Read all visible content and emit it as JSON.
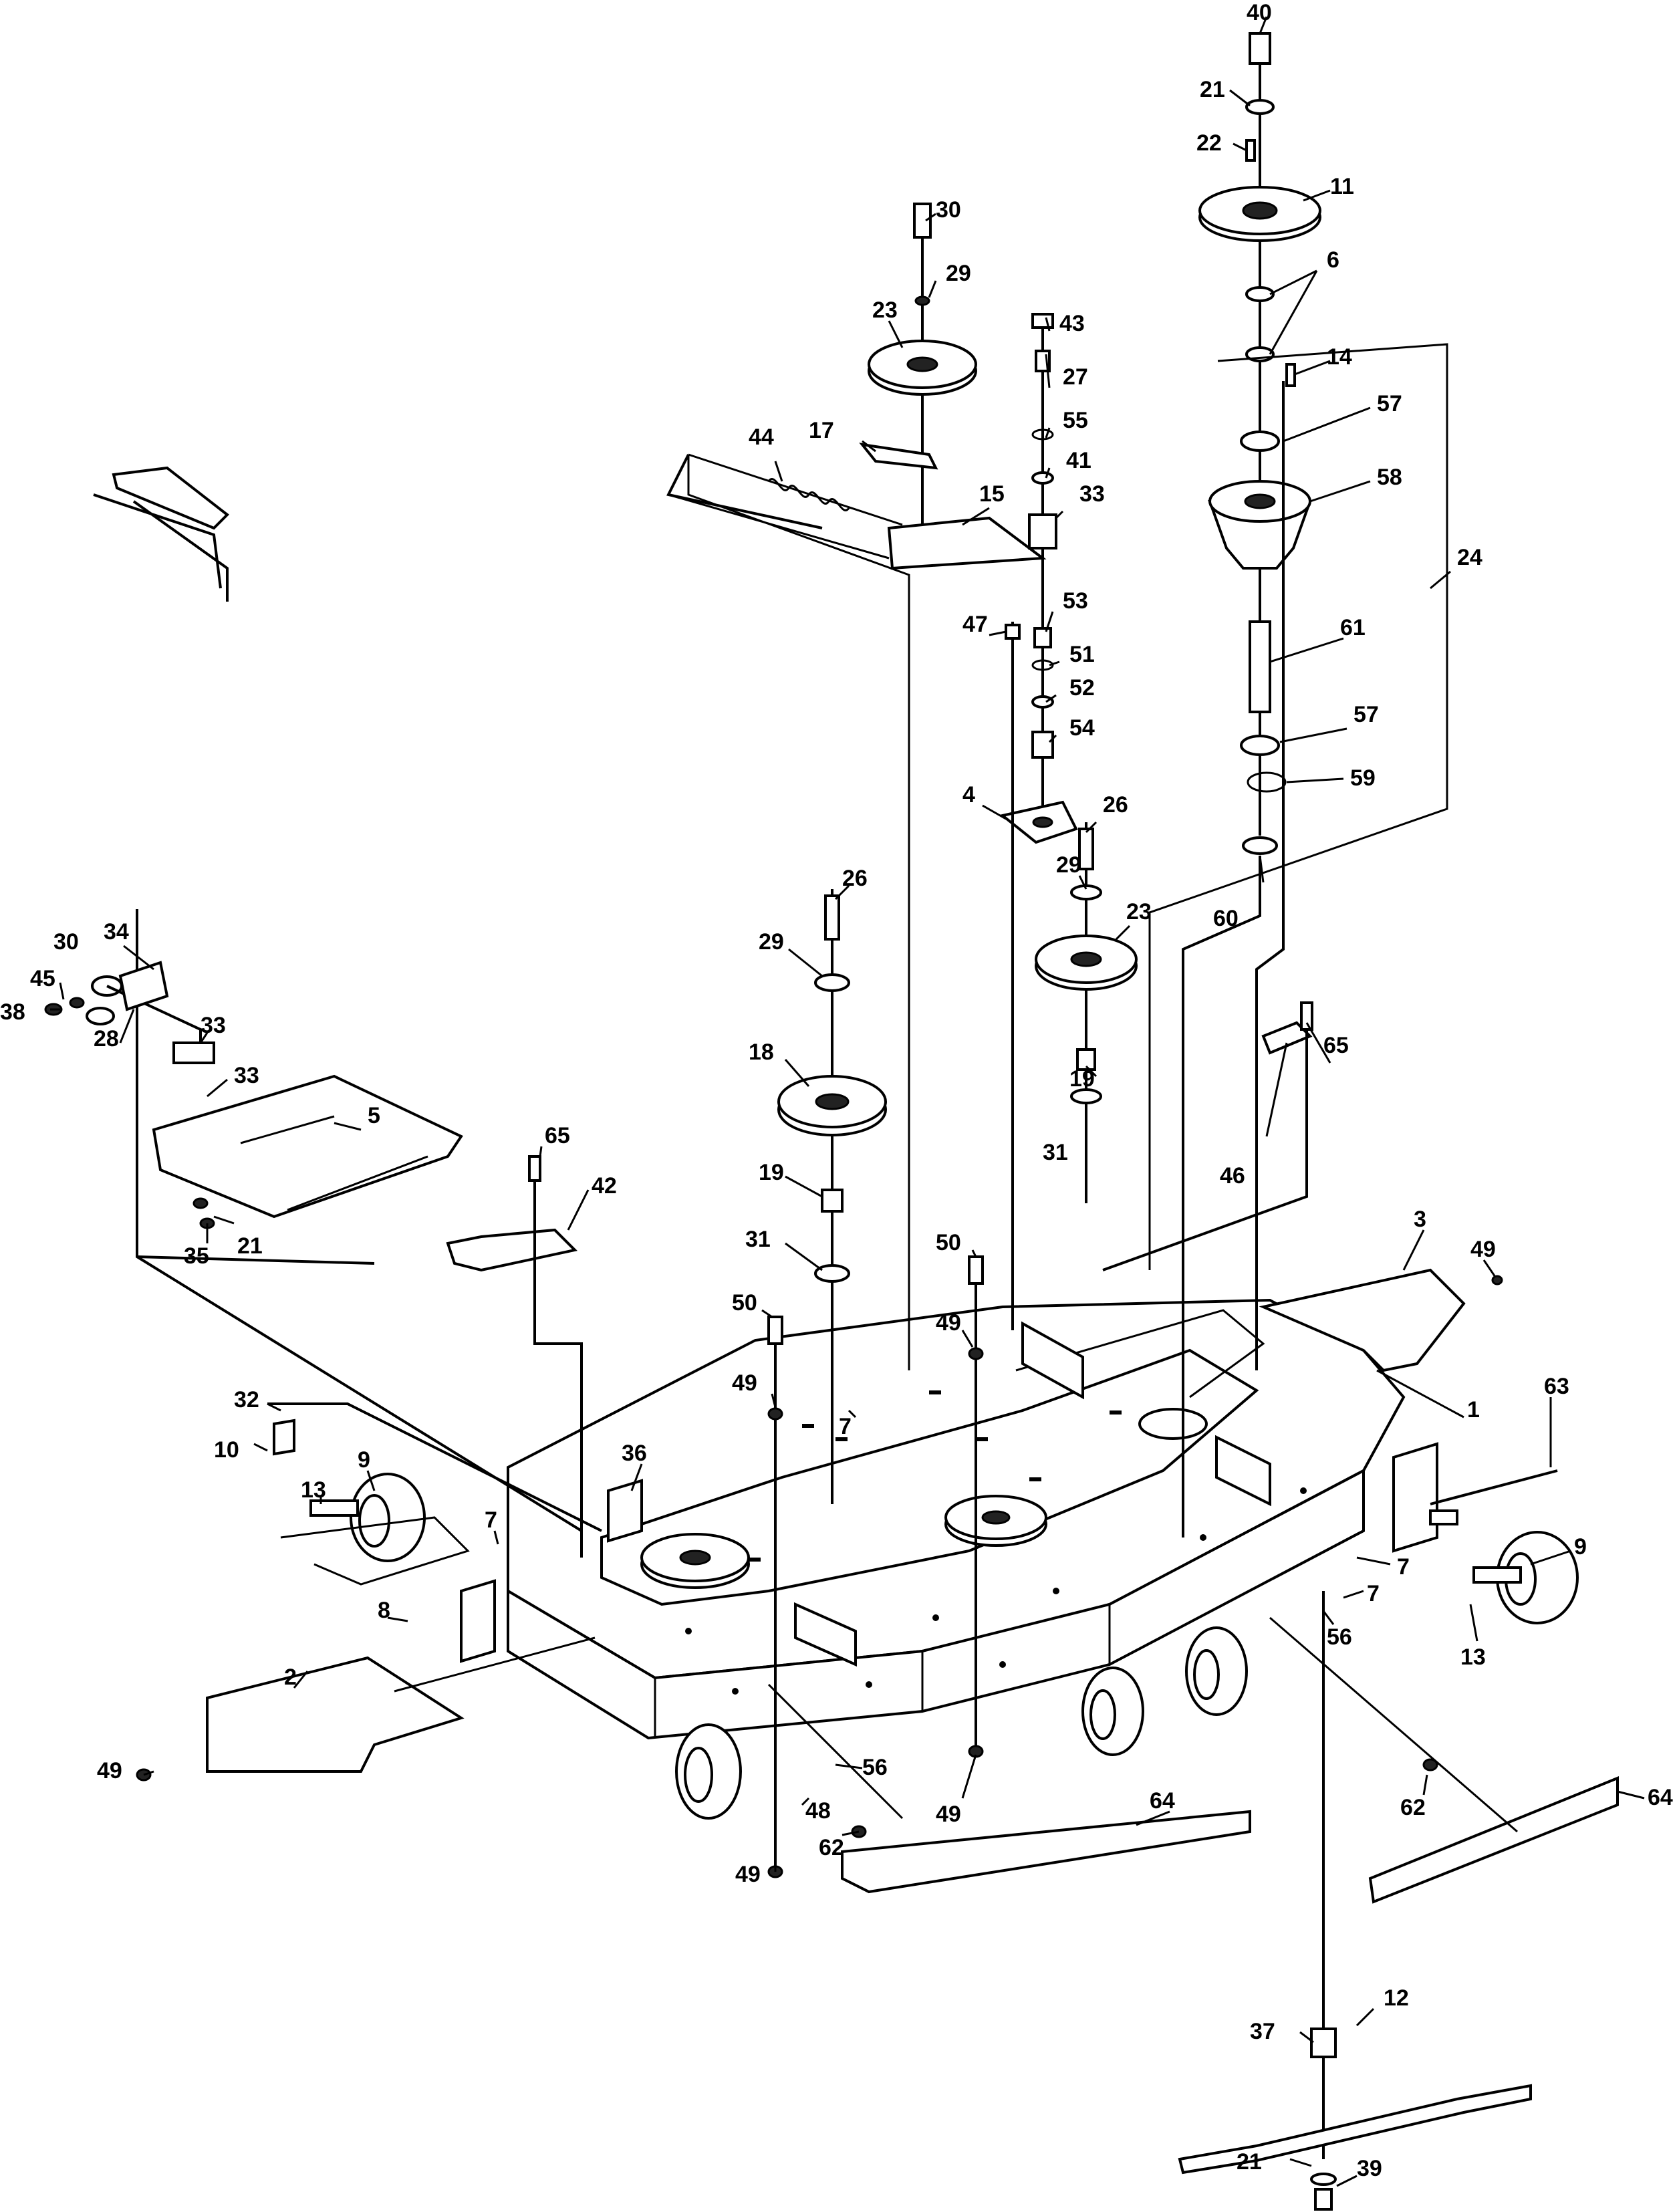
{
  "callouts": [
    {
      "id": "c40a",
      "text": "40"
    },
    {
      "id": "c21a",
      "text": "21"
    },
    {
      "id": "c22",
      "text": "22"
    },
    {
      "id": "c11",
      "text": "11"
    },
    {
      "id": "c6",
      "text": "6"
    },
    {
      "id": "c14",
      "text": "14"
    },
    {
      "id": "c57a",
      "text": "57"
    },
    {
      "id": "c58",
      "text": "58"
    },
    {
      "id": "c24",
      "text": "24"
    },
    {
      "id": "c61",
      "text": "61"
    },
    {
      "id": "c57b",
      "text": "57"
    },
    {
      "id": "c59",
      "text": "59"
    },
    {
      "id": "c60",
      "text": "60"
    },
    {
      "id": "c30a",
      "text": "30"
    },
    {
      "id": "c29a",
      "text": "29"
    },
    {
      "id": "c23a",
      "text": "23"
    },
    {
      "id": "c43",
      "text": "43"
    },
    {
      "id": "c27",
      "text": "27"
    },
    {
      "id": "c55",
      "text": "55"
    },
    {
      "id": "c17",
      "text": "17"
    },
    {
      "id": "c44",
      "text": "44"
    },
    {
      "id": "c41",
      "text": "41"
    },
    {
      "id": "c15",
      "text": "15"
    },
    {
      "id": "c33a",
      "text": "33"
    },
    {
      "id": "c47",
      "text": "47"
    },
    {
      "id": "c53",
      "text": "53"
    },
    {
      "id": "c51",
      "text": "51"
    },
    {
      "id": "c52",
      "text": "52"
    },
    {
      "id": "c54",
      "text": "54"
    },
    {
      "id": "c4",
      "text": "4"
    },
    {
      "id": "c26a",
      "text": "26"
    },
    {
      "id": "c29b",
      "text": "29"
    },
    {
      "id": "c23b",
      "text": "23"
    },
    {
      "id": "c26b",
      "text": "26"
    },
    {
      "id": "c29c",
      "text": "29"
    },
    {
      "id": "c18",
      "text": "18"
    },
    {
      "id": "c19a",
      "text": "19"
    },
    {
      "id": "c31a",
      "text": "31"
    },
    {
      "id": "c19b",
      "text": "19"
    },
    {
      "id": "c31b",
      "text": "31"
    },
    {
      "id": "c65a",
      "text": "65"
    },
    {
      "id": "c46",
      "text": "46"
    },
    {
      "id": "c30b",
      "text": "30"
    },
    {
      "id": "c34",
      "text": "34"
    },
    {
      "id": "c45",
      "text": "45"
    },
    {
      "id": "c38",
      "text": "38"
    },
    {
      "id": "c33b",
      "text": "33"
    },
    {
      "id": "c28",
      "text": "28"
    },
    {
      "id": "c33c",
      "text": "33"
    },
    {
      "id": "c5",
      "text": "5"
    },
    {
      "id": "c35",
      "text": "35"
    },
    {
      "id": "c21b",
      "text": "21"
    },
    {
      "id": "c65b",
      "text": "65"
    },
    {
      "id": "c42",
      "text": "42"
    },
    {
      "id": "c3",
      "text": "3"
    },
    {
      "id": "c49a",
      "text": "49"
    },
    {
      "id": "c50a",
      "text": "50"
    },
    {
      "id": "c49b",
      "text": "49"
    },
    {
      "id": "c50b",
      "text": "50"
    },
    {
      "id": "c49c",
      "text": "49"
    },
    {
      "id": "c7a",
      "text": "7"
    },
    {
      "id": "c1",
      "text": "1"
    },
    {
      "id": "c63",
      "text": "63"
    },
    {
      "id": "c32",
      "text": "32"
    },
    {
      "id": "c10",
      "text": "10"
    },
    {
      "id": "c9a",
      "text": "9"
    },
    {
      "id": "c36",
      "text": "36"
    },
    {
      "id": "c13a",
      "text": "13"
    },
    {
      "id": "c7b",
      "text": "7"
    },
    {
      "id": "c8",
      "text": "8"
    },
    {
      "id": "c7c",
      "text": "7"
    },
    {
      "id": "c9b",
      "text": "9"
    },
    {
      "id": "c7d",
      "text": "7"
    },
    {
      "id": "c56a",
      "text": "56"
    },
    {
      "id": "c13b",
      "text": "13"
    },
    {
      "id": "c2",
      "text": "2"
    },
    {
      "id": "c49d",
      "text": "49"
    },
    {
      "id": "c56b",
      "text": "56"
    },
    {
      "id": "c49e",
      "text": "49"
    },
    {
      "id": "c64a",
      "text": "64"
    },
    {
      "id": "c48",
      "text": "48"
    },
    {
      "id": "c62a",
      "text": "62"
    },
    {
      "id": "c49f",
      "text": "49"
    },
    {
      "id": "c62b",
      "text": "62"
    },
    {
      "id": "c64b",
      "text": "64"
    },
    {
      "id": "c37",
      "text": "37"
    },
    {
      "id": "c12",
      "text": "12"
    },
    {
      "id": "c21c",
      "text": "21"
    },
    {
      "id": "c39",
      "text": "39"
    }
  ]
}
